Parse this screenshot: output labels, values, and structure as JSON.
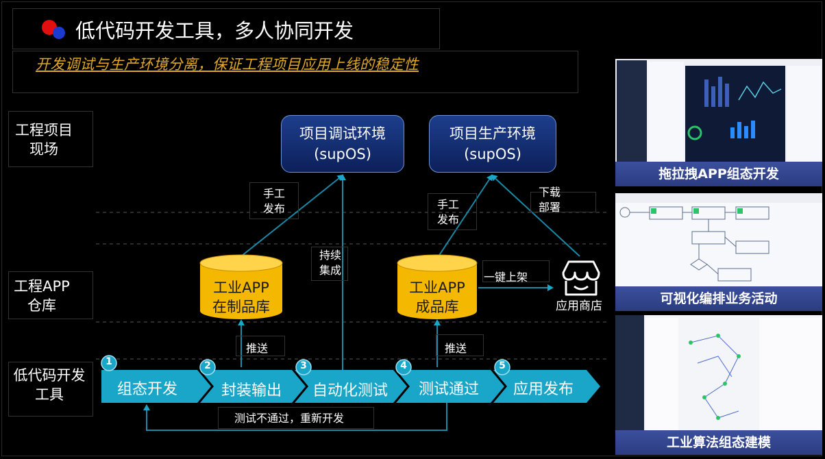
{
  "title": "低代码开发工具，多人协同开发",
  "subtitle": "开发调试与生产环境分离，保证工程项目应用上线的稳定性",
  "row_labels": {
    "site_l1": "工程项目",
    "site_l2": "现场",
    "repo_l1": "工程APP",
    "repo_l2": "仓库",
    "tool_l1": "低代码开发",
    "tool_l2": "工具"
  },
  "envs": {
    "debug_l1": "项目调试环境",
    "debug_l2": "(supOS)",
    "prod_l1": "项目生产环境",
    "prod_l2": "(supOS)"
  },
  "repos": {
    "wip_l1": "工业APP",
    "wip_l2": "在制品库",
    "done_l1": "工业APP",
    "done_l2": "成品库"
  },
  "labels": {
    "manual1_l1": "手工",
    "manual1_l2": "发布",
    "manual2_l1": "手工",
    "manual2_l2": "发布",
    "ci_l1": "持续",
    "ci_l2": "集成",
    "download_l1": "下载",
    "download_l2": "部署",
    "onekey": "一键上架",
    "store": "应用商店",
    "push1": "推送",
    "push2": "推送",
    "retry": "测试不通过，重新开发"
  },
  "steps": [
    {
      "num": "1",
      "label": "组态开发"
    },
    {
      "num": "2",
      "label": "封装输出"
    },
    {
      "num": "3",
      "label": "自动化测试"
    },
    {
      "num": "4",
      "label": "测试通过"
    },
    {
      "num": "5",
      "label": "应用发布"
    }
  ],
  "panels": [
    {
      "caption": "拖拉拽APP组态开发"
    },
    {
      "caption": "可视化编排业务活动"
    },
    {
      "caption": "工业算法组态建模"
    }
  ],
  "colors": {
    "accent": "#1aa6c9",
    "gold": "#f5b800",
    "navy": "#1d3e8c",
    "title_orange": "#e0a928"
  }
}
